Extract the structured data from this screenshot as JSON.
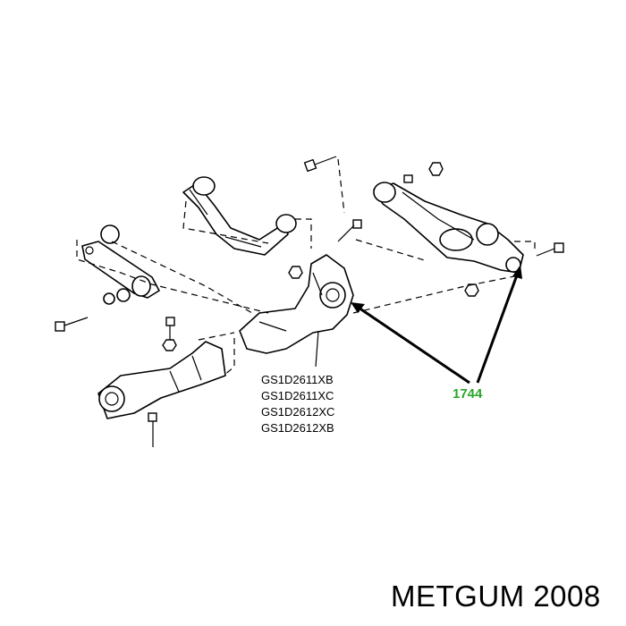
{
  "part_numbers": [
    "GS1D2611XB",
    "GS1D2611XC",
    "GS1D2612XC",
    "GS1D2612XB"
  ],
  "callout_number": "1744",
  "callout_color": "#2aa52a",
  "brand_caption": "METGUM 2008"
}
